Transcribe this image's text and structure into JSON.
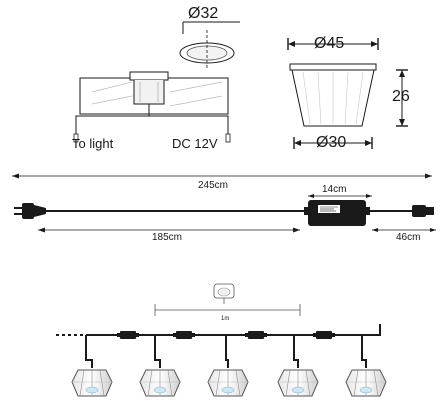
{
  "top_left": {
    "diameter_label": "Ø32",
    "label_to_light": "To light",
    "label_dc": "DC 12V"
  },
  "top_right": {
    "top_diameter": "Ø45",
    "height": "26",
    "bottom_diameter": "Ø30"
  },
  "cable": {
    "total_length": "245cm",
    "adapter_width": "14cm",
    "plug_to_adapter": "185cm",
    "adapter_to_end": "46cm"
  },
  "chain": {
    "spacing": "1m"
  },
  "colors": {
    "line": "#1a1a1a",
    "light_gray": "#9a9a9a"
  }
}
